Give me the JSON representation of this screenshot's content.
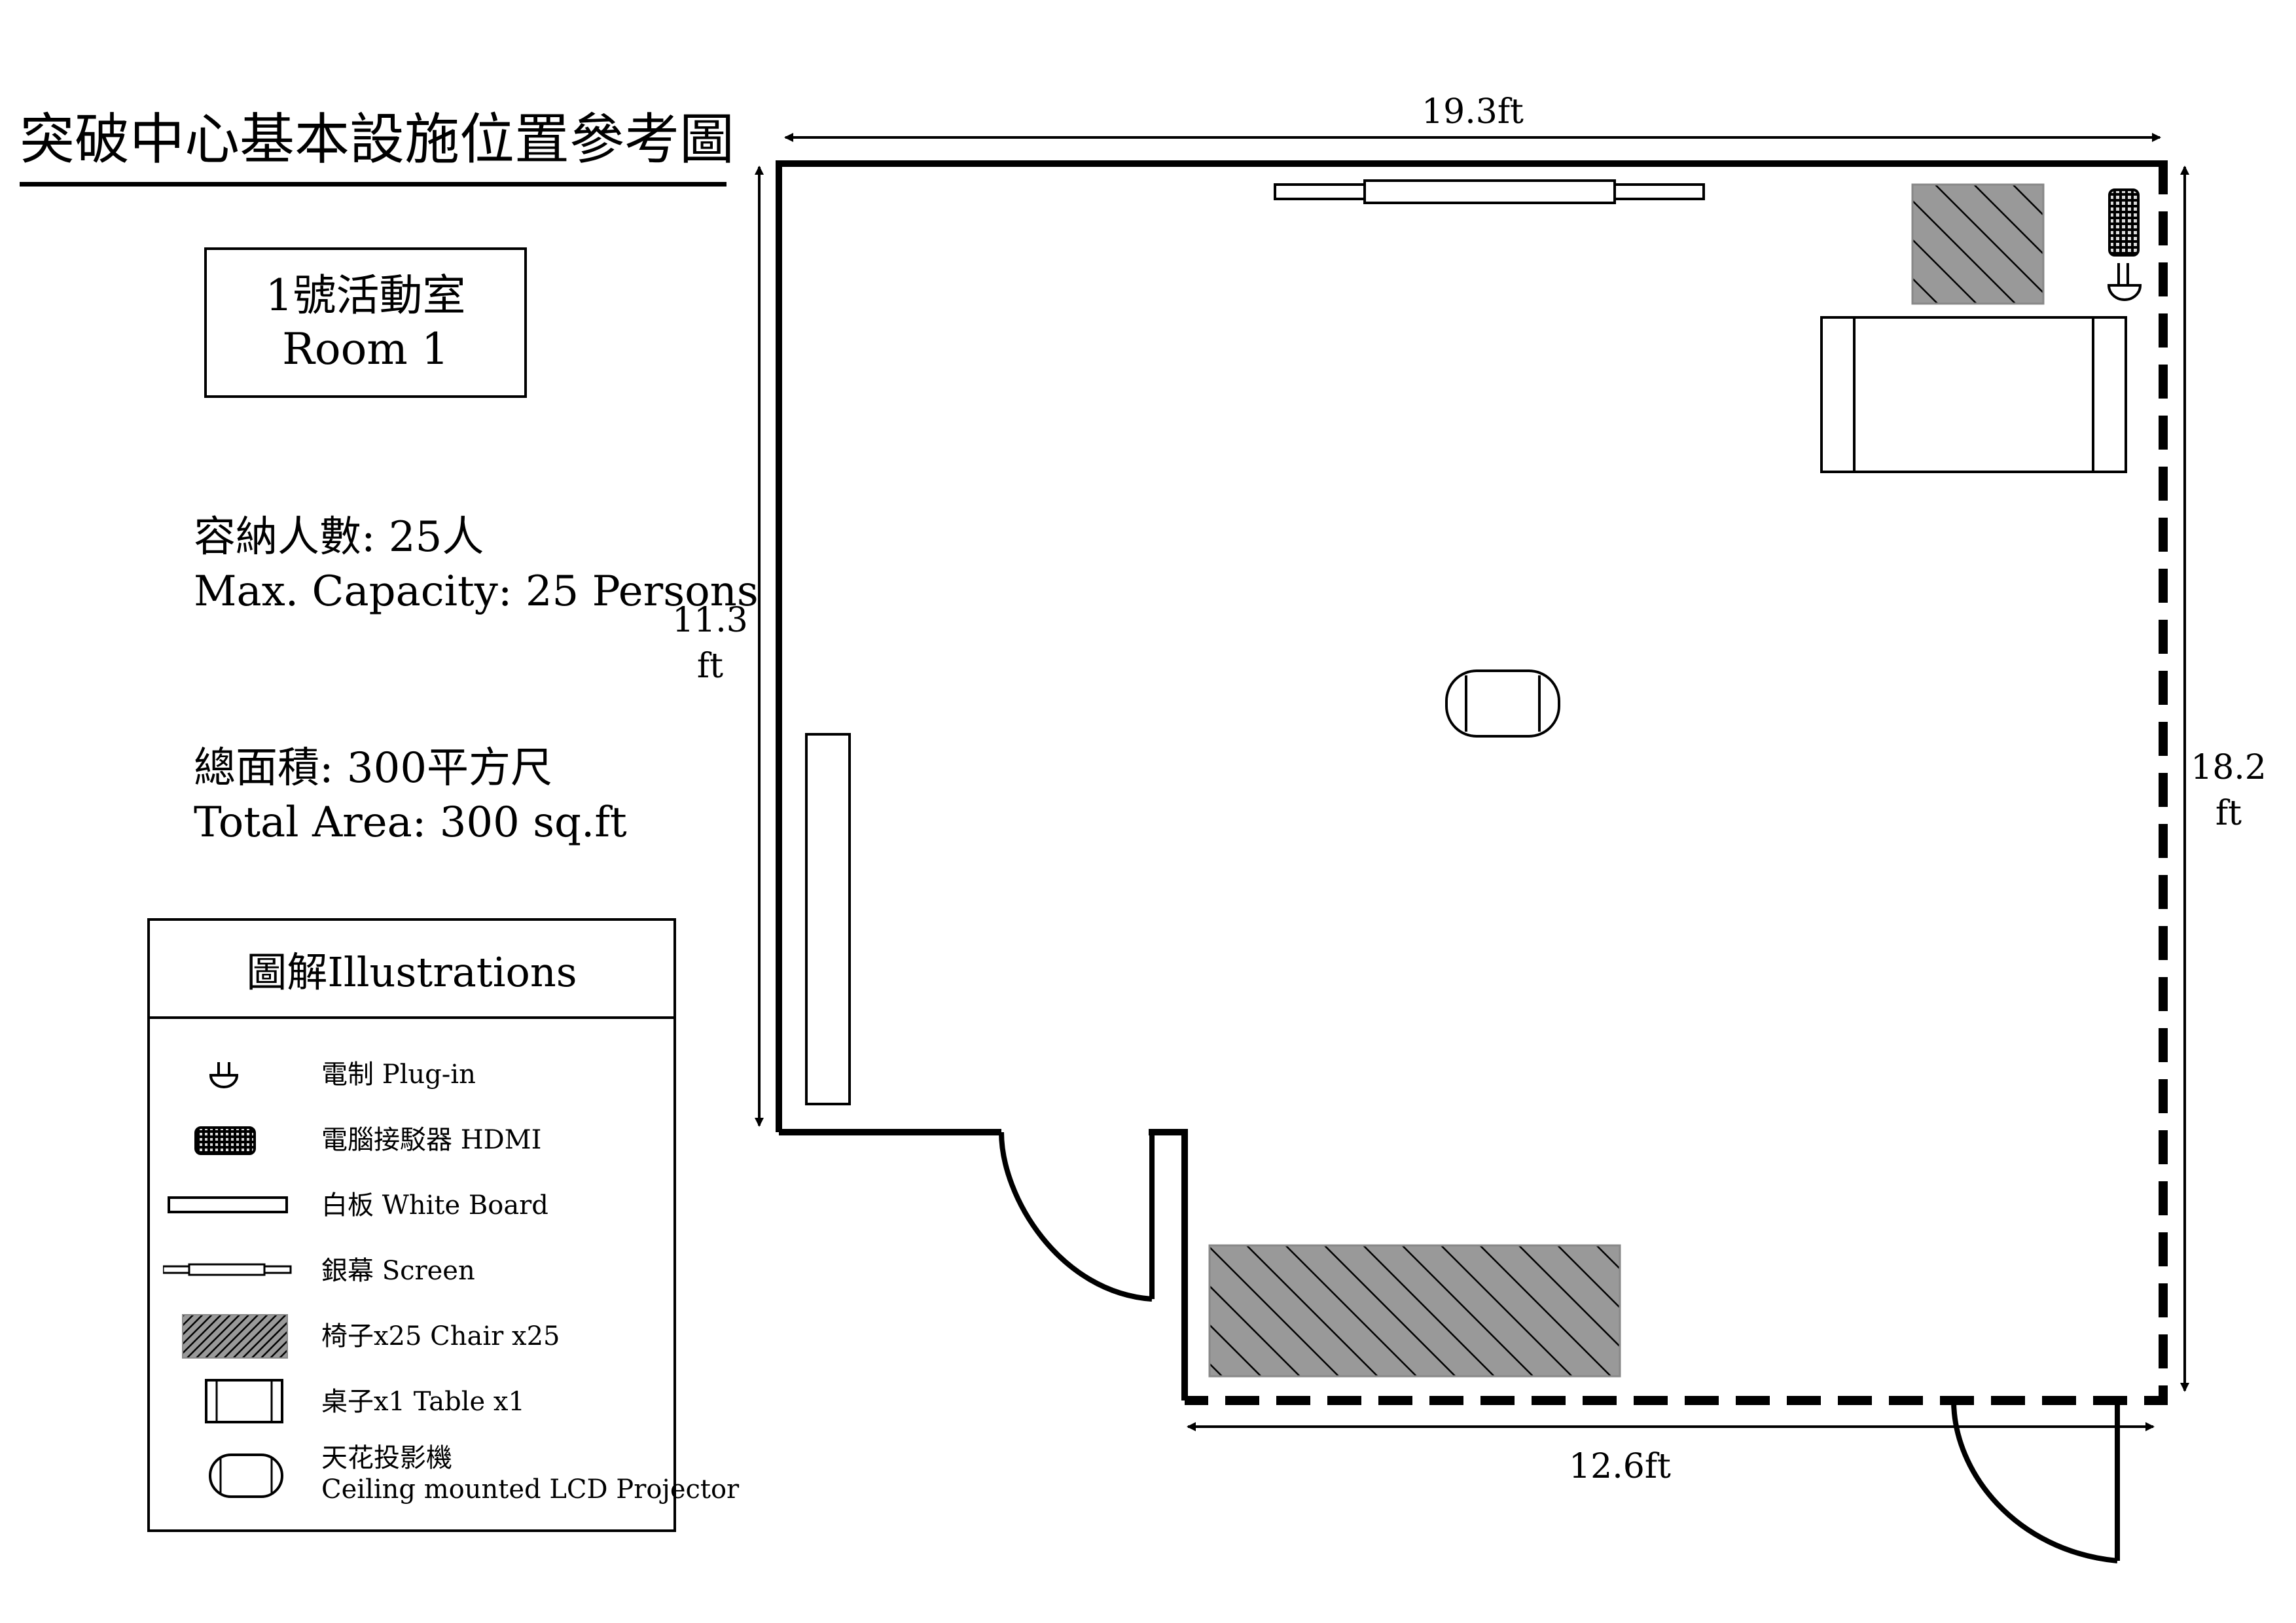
{
  "title": "突破中心基本設施位置參考圖",
  "room": {
    "name_zh": "1號活動室",
    "name_en": "Room 1"
  },
  "capacity": {
    "zh": "容納人數: 25人",
    "en": "Max. Capacity: 25 Persons"
  },
  "area": {
    "zh": "總面積: 300平方尺",
    "en": "Total Area: 300 sq.ft"
  },
  "legend": {
    "title": "圖解Illustrations",
    "items": [
      {
        "icon": "plug-icon",
        "label": "電制 Plug-in"
      },
      {
        "icon": "hdmi-icon",
        "label": "電腦接駁器 HDMI"
      },
      {
        "icon": "whiteboard-icon",
        "label": "白板 White Board"
      },
      {
        "icon": "screen-icon",
        "label": "銀幕 Screen"
      },
      {
        "icon": "chairs-icon",
        "label": "椅子x25 Chair x25"
      },
      {
        "icon": "table-icon",
        "label": "桌子x1 Table x1"
      },
      {
        "icon": "projector-icon",
        "label": "天花投影機",
        "label2": "Ceiling mounted LCD Projector"
      }
    ]
  },
  "dimensions": {
    "top": "19.3ft",
    "left_value": "11.3",
    "left_unit": "ft",
    "right_value": "18.2",
    "right_unit": "ft",
    "bottom": "12.6ft"
  },
  "colors": {
    "line": "#000000",
    "hatch_fill": "#999999",
    "background": "#ffffff"
  }
}
